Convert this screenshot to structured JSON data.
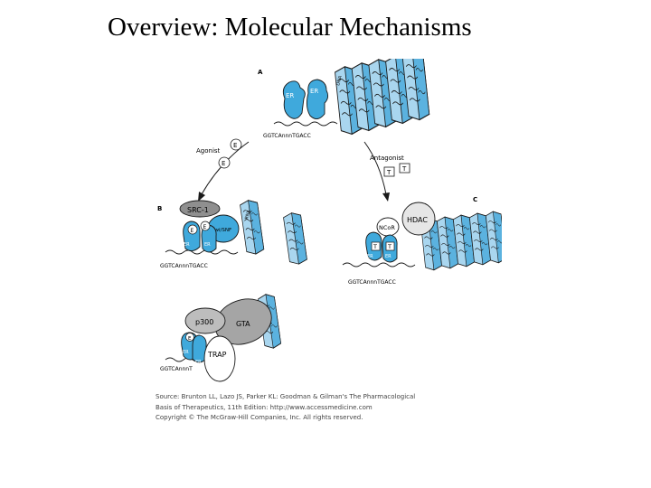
{
  "title": "Overview: Molecular Mechanisms",
  "colors": {
    "protein_blue": "#3fa9dc",
    "nucleosome_light": "#a9d6ef",
    "nucleosome_dark": "#5bb2df",
    "outline": "#1a1a1a",
    "gray_complex": "#a5a5a5",
    "dark_gray": "#7d7d7d"
  },
  "panels": {
    "a": {
      "letter": "A",
      "er_left": "ER",
      "er_right": "ER",
      "dna_tag": "DNA",
      "sequence": "GGTCAnnnTGACC"
    },
    "b": {
      "letter": "B",
      "src1": "SRC-1",
      "e_left": "E",
      "e_right": "E",
      "swi_snf": "Swi/SNF",
      "er_left": "ER",
      "er_right": "ER",
      "rna_tag": "RNA",
      "sequence": "GGTCAnnnTGACC"
    },
    "c": {
      "letter": "C",
      "hdac": "HDAC",
      "ncor": "NCoR",
      "t_left": "T",
      "t_right": "T",
      "er_left": "ER",
      "er_right": "ER",
      "sequence": "GGTCAnnnTGACC"
    },
    "d": {
      "p300": "p300",
      "gta": "GTA",
      "trap": "TRAP",
      "e_label": "E",
      "er_left": "ER",
      "er_right": "ER",
      "sequence": "GGTCAnnnT"
    }
  },
  "arrows": {
    "agonist": "Agonist",
    "agonist_ligand": "E",
    "antagonist": "Antagonist",
    "antagonist_ligand": "T"
  },
  "caption": {
    "line1": "Source: Brunton LL, Lazo JS, Parker KL: Goodman & Gilman's The Pharmacological",
    "line2": "Basis of Therapeutics, 11th Edition: http://www.accessmedicine.com",
    "line3": "Copyright © The McGraw-Hill Companies, Inc. All rights reserved."
  }
}
